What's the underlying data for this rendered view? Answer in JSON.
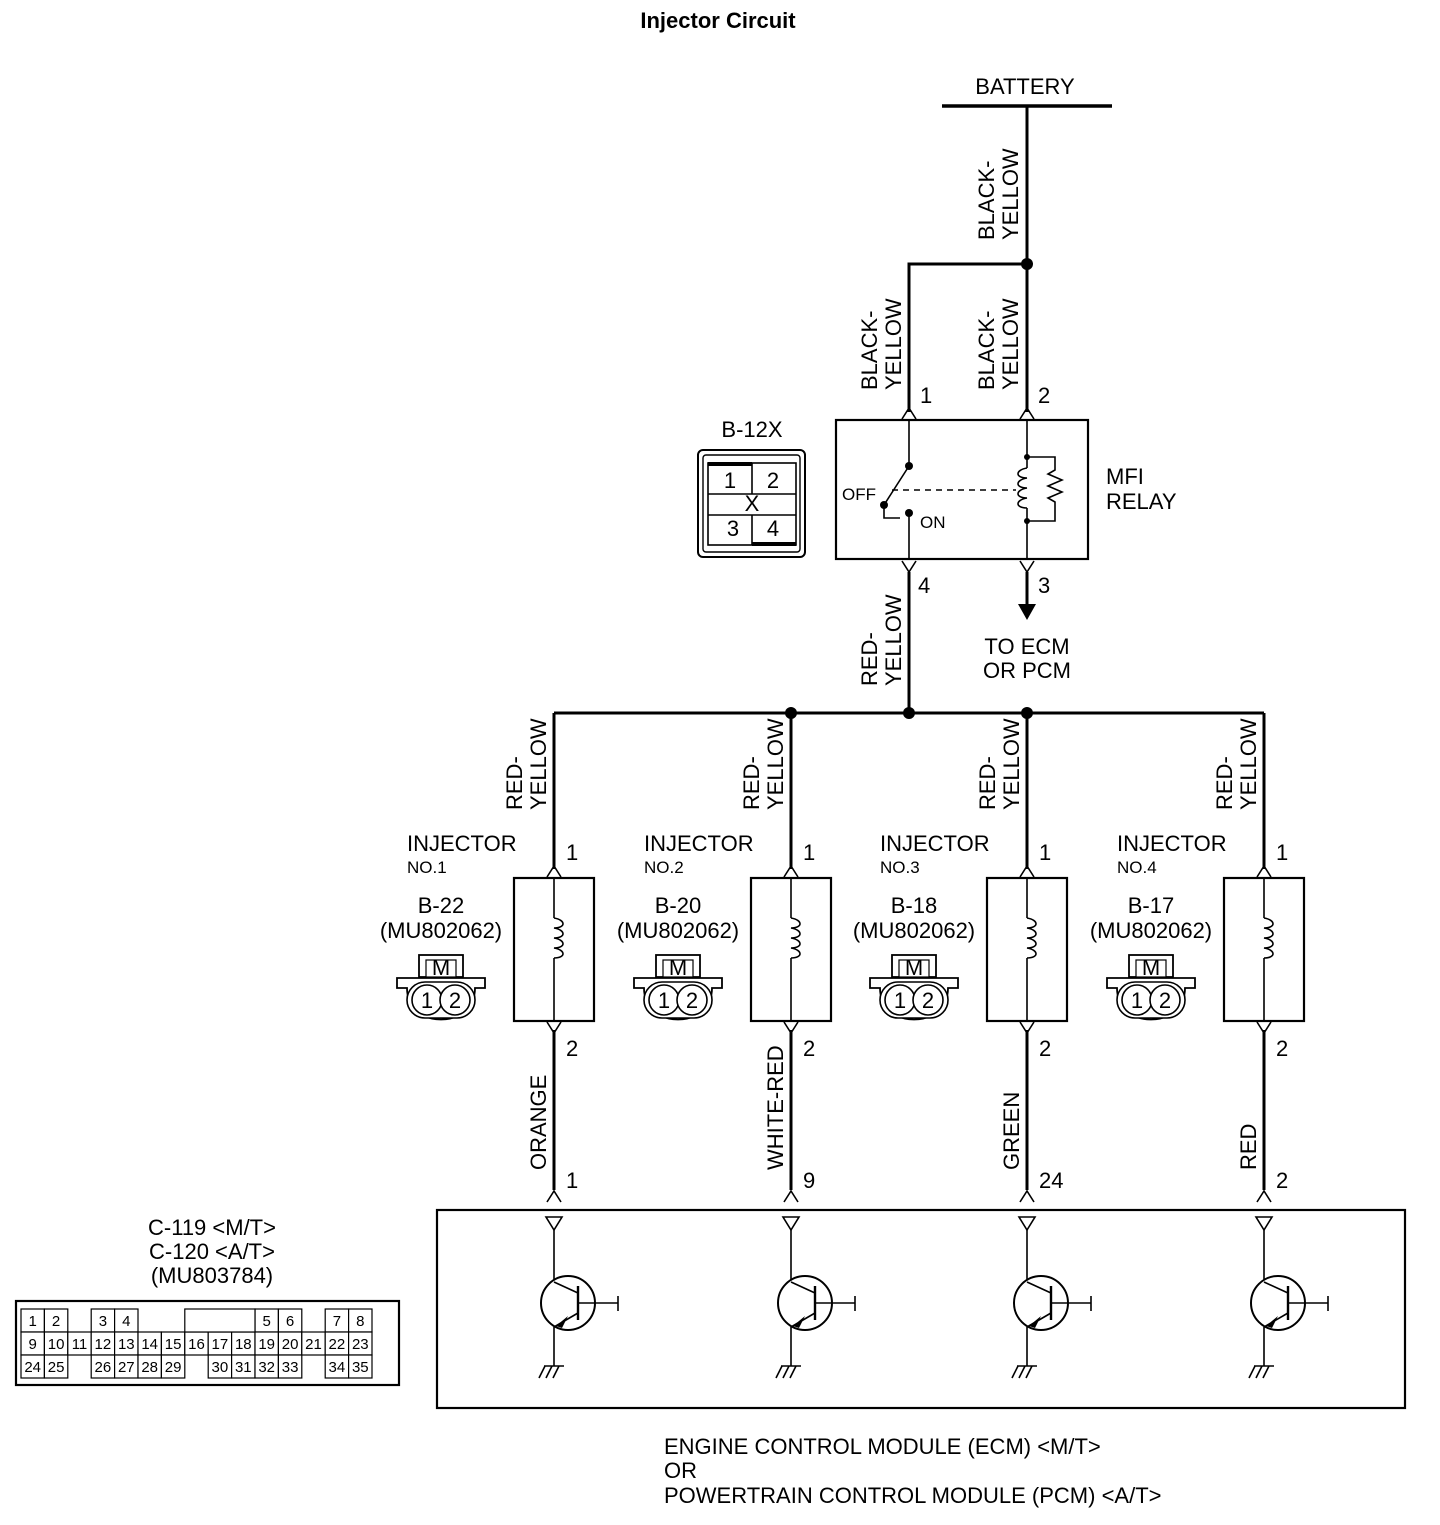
{
  "title": "Injector Circuit",
  "battery": {
    "label": "BATTERY"
  },
  "wire_colors": {
    "battery_feed": "BLACK-YELLOW",
    "relay_pin1": "BLACK-YELLOW",
    "relay_pin2": "BLACK-YELLOW",
    "relay_pin4": "RED-YELLOW"
  },
  "relay": {
    "name_line1": "MFI",
    "name_line2": "RELAY",
    "connector": "B-12X",
    "switch_off": "OFF",
    "switch_on": "ON",
    "pins": {
      "p1": "1",
      "p2": "2",
      "p3": "3",
      "p4": "4"
    },
    "connector_cells": [
      "1",
      "2",
      "X",
      "3",
      "4"
    ],
    "to_ecm_line1": "TO ECM",
    "to_ecm_line2": "OR PCM"
  },
  "injectors": [
    {
      "name_line1": "INJECTOR",
      "name_line2": "NO.1",
      "connector": "B-22",
      "part": "(MU802062)",
      "supply_wire": "RED-YELLOW",
      "out_wire": "ORANGE",
      "pin_in": "1",
      "pin_out": "2",
      "ecm_pin": "1",
      "conn_m": "M",
      "conn_p1": "1",
      "conn_p2": "2"
    },
    {
      "name_line1": "INJECTOR",
      "name_line2": "NO.2",
      "connector": "B-20",
      "part": "(MU802062)",
      "supply_wire": "RED-YELLOW",
      "out_wire": "WHITE-RED",
      "pin_in": "1",
      "pin_out": "2",
      "ecm_pin": "9",
      "conn_m": "M",
      "conn_p1": "1",
      "conn_p2": "2"
    },
    {
      "name_line1": "INJECTOR",
      "name_line2": "NO.3",
      "connector": "B-18",
      "part": "(MU802062)",
      "supply_wire": "RED-YELLOW",
      "out_wire": "GREEN",
      "pin_in": "1",
      "pin_out": "2",
      "ecm_pin": "24",
      "conn_m": "M",
      "conn_p1": "1",
      "conn_p2": "2"
    },
    {
      "name_line1": "INJECTOR",
      "name_line2": "NO.4",
      "connector": "B-17",
      "part": "(MU802062)",
      "supply_wire": "RED-YELLOW",
      "out_wire": "RED",
      "pin_in": "1",
      "pin_out": "2",
      "ecm_pin": "2",
      "conn_m": "M",
      "conn_p1": "1",
      "conn_p2": "2"
    }
  ],
  "ecm_connector": {
    "line1": "C-119 <M/T>",
    "line2": "C-120 <A/T>",
    "line3": "(MU803784)",
    "row1": [
      "1",
      "2",
      "",
      "3",
      "4",
      "",
      "",
      "",
      "",
      "",
      "5",
      "6",
      "",
      "7",
      "8"
    ],
    "row2": [
      "9",
      "10",
      "11",
      "12",
      "13",
      "14",
      "15",
      "16",
      "17",
      "18",
      "19",
      "20",
      "21",
      "22",
      "23"
    ],
    "row3": [
      "24",
      "25",
      "",
      "26",
      "27",
      "28",
      "29",
      "",
      "30",
      "31",
      "32",
      "33",
      "",
      "34",
      "35"
    ]
  },
  "ecm": {
    "line1": "ENGINE CONTROL MODULE (ECM) <M/T>",
    "line2": "OR",
    "line3": "POWERTRAIN CONTROL MODULE (PCM) <A/T>"
  }
}
